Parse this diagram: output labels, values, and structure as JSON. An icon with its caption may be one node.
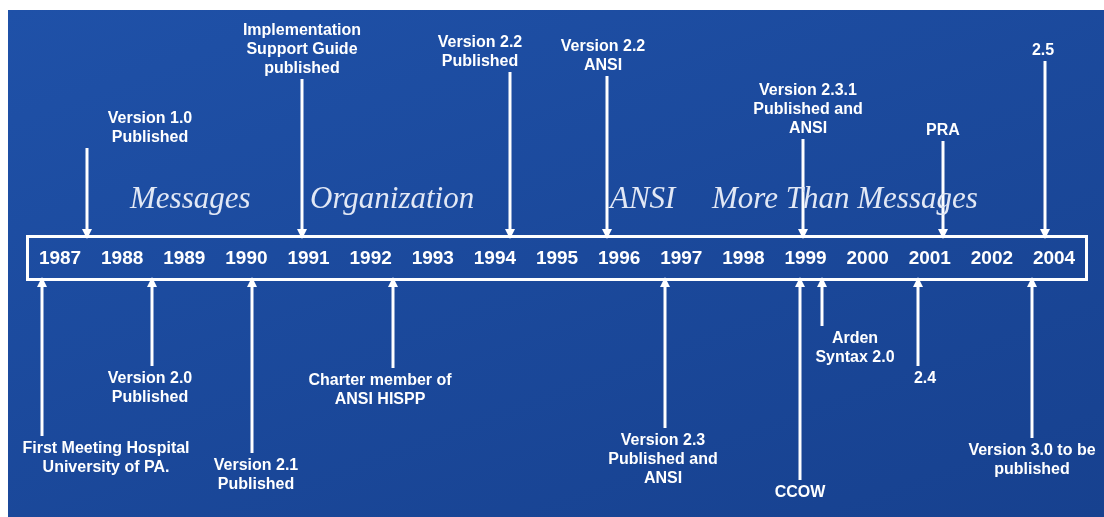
{
  "diagram": {
    "nodes": [
      {
        "text": [],
        "shape": "box"
      },
      {
        "text": [
          "1987"
        ],
        "in": 0
      },
      {
        "text": [
          "1988"
        ],
        "in": 0
      },
      {
        "text": [
          "1989"
        ],
        "in": 0
      },
      {
        "text": [
          "1990"
        ],
        "in": 0
      },
      {
        "text": [
          "1991"
        ],
        "in": 0
      },
      {
        "text": [
          "1992"
        ],
        "in": 0
      },
      {
        "text": [
          "1993"
        ],
        "in": 0
      },
      {
        "text": [
          "1994"
        ],
        "in": 0
      },
      {
        "text": [
          "1995"
        ],
        "in": 0
      },
      {
        "text": [
          "1996"
        ],
        "in": 0
      },
      {
        "text": [
          "1997"
        ],
        "in": 0
      },
      {
        "text": [
          "1998"
        ],
        "in": 0
      },
      {
        "text": [
          "1999"
        ],
        "in": 0
      },
      {
        "text": [
          "2000"
        ],
        "in": 0
      },
      {
        "text": [
          "2001"
        ],
        "in": 0
      },
      {
        "text": [
          "2002"
        ],
        "in": 0
      },
      {
        "text": [
          "2004"
        ],
        "in": 0
      },
      {
        "text": [
          "Version 1.0 Published"
        ]
      },
      {
        "text": [
          "Implementation Support Guide published"
        ]
      },
      {
        "text": [
          "Version 2.2 Published"
        ]
      },
      {
        "text": [
          "Version 2.2 ANSI"
        ]
      },
      {
        "text": [
          "Version 2.3.1 Published and ANSI"
        ]
      },
      {
        "text": [
          "PRA"
        ]
      },
      {
        "text": [
          "2.5"
        ]
      },
      {
        "text": [
          "First Meeting Hospital University of PA."
        ]
      },
      {
        "text": [
          "Version 2.0 Published"
        ]
      },
      {
        "text": [
          "Version 2.1 Published"
        ]
      },
      {
        "text": [
          "Charter member of ANSI HISPP"
        ]
      },
      {
        "text": [
          "Version 2.3 Published and ANSI"
        ]
      },
      {
        "text": [
          "CCOW"
        ]
      },
      {
        "text": [
          "Arden Syntax 2.0"
        ]
      },
      {
        "text": [
          "2.4"
        ]
      },
      {
        "text": [
          "Version 3.0 to be published"
        ]
      }
    ],
    "edges": [
      {
        "from": 18,
        "to": 1,
        "arrow": "to"
      },
      {
        "from": 19,
        "to": 5,
        "arrow": "to"
      },
      {
        "from": 20,
        "to": 8,
        "arrow": "to"
      },
      {
        "from": 21,
        "to": 10,
        "arrow": "to"
      },
      {
        "from": 22,
        "to": 13,
        "arrow": "to"
      },
      {
        "from": 23,
        "to": 15,
        "arrow": "to"
      },
      {
        "from": 24,
        "to": 17,
        "arrow": "to"
      },
      {
        "from": 25,
        "to": 1,
        "arrow": "to"
      },
      {
        "from": 26,
        "to": 2,
        "arrow": "to"
      },
      {
        "from": 27,
        "to": 4,
        "arrow": "to"
      },
      {
        "from": 28,
        "to": 6,
        "arrow": "to"
      },
      {
        "from": 29,
        "to": 11,
        "arrow": "to"
      },
      {
        "from": 30,
        "to": 13,
        "arrow": "to"
      },
      {
        "from": 31,
        "to": 13,
        "arrow": "to"
      },
      {
        "from": 32,
        "to": 15,
        "arrow": "to"
      },
      {
        "from": 33,
        "to": 17,
        "arrow": "to"
      }
    ],
    "labels": [
      "Messages",
      "Organization",
      "ANSI",
      "More Than Messages"
    ]
  }
}
